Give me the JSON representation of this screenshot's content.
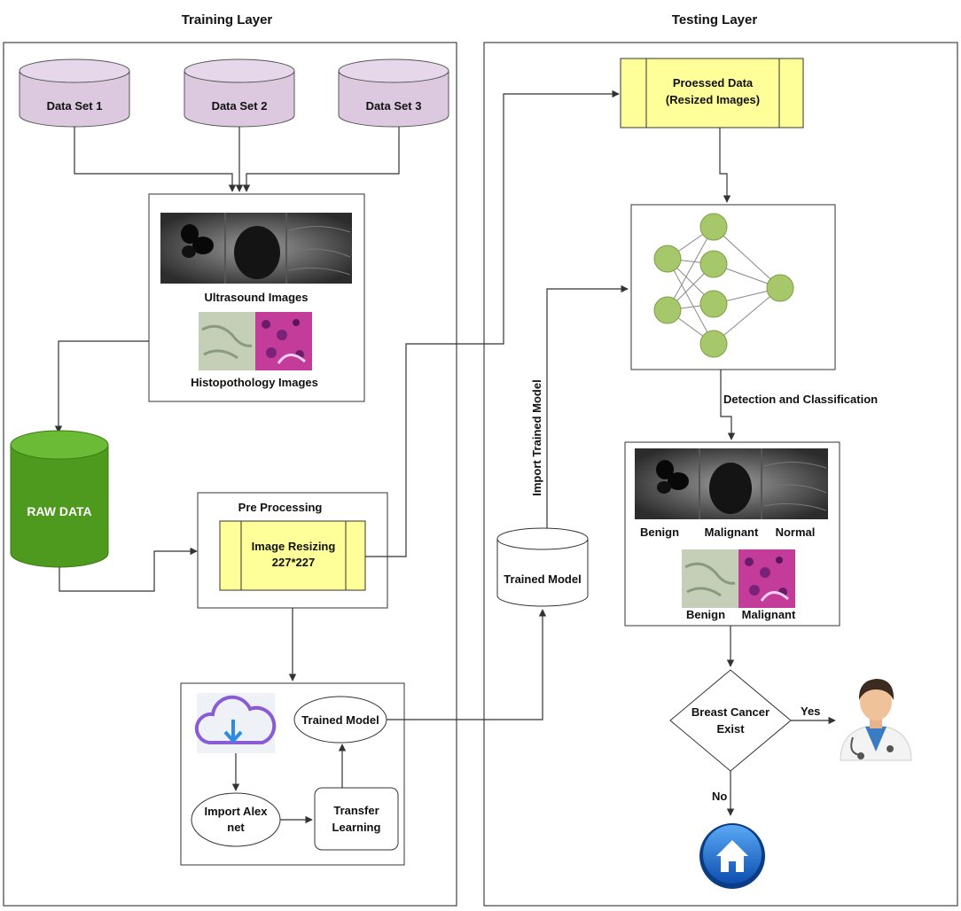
{
  "training_layer": {
    "title": "Training Layer",
    "datasets": [
      "Data Set 1",
      "Data Set 2",
      "Data Set 3"
    ],
    "ultrasound_label": "Ultrasound Images",
    "histo_label": "Histopothology Images",
    "raw_data_label": "RAW DATA",
    "preprocessing": {
      "title": "Pre Processing",
      "resize_line1": "Image Resizing",
      "resize_line2": "227*227"
    },
    "trained_model_label": "Trained Model",
    "import_alex_line1": "Import Alex",
    "import_alex_line2": "net",
    "transfer_line1": "Transfer",
    "transfer_line2": "Learning"
  },
  "middle": {
    "trained_model_db": "Trained Model",
    "import_label": "Import Trained Model"
  },
  "testing_layer": {
    "title": "Testing Layer",
    "processed_line1": "Proessed Data",
    "processed_line2": "(Resized Images)",
    "detection_label": "Detection and Classification",
    "us_class_labels": [
      "Benign",
      "Malignant",
      "Normal"
    ],
    "histo_class_labels": [
      "Benign",
      "Malignant"
    ],
    "decision_line1": "Breast Cancer",
    "decision_line2": "Exist",
    "yes_label": "Yes",
    "no_label": "No"
  },
  "colors": {
    "database_fill": "#dcc9e0",
    "raw_data_fill": "#4e9a1f",
    "highlight_fill": "#ffff99",
    "neuron_fill": "#a6c86b",
    "home_blue": "#1e6fd0"
  },
  "icons": {
    "cloud": "cloud-download-icon",
    "doctor": "doctor-icon",
    "home": "home-icon"
  }
}
